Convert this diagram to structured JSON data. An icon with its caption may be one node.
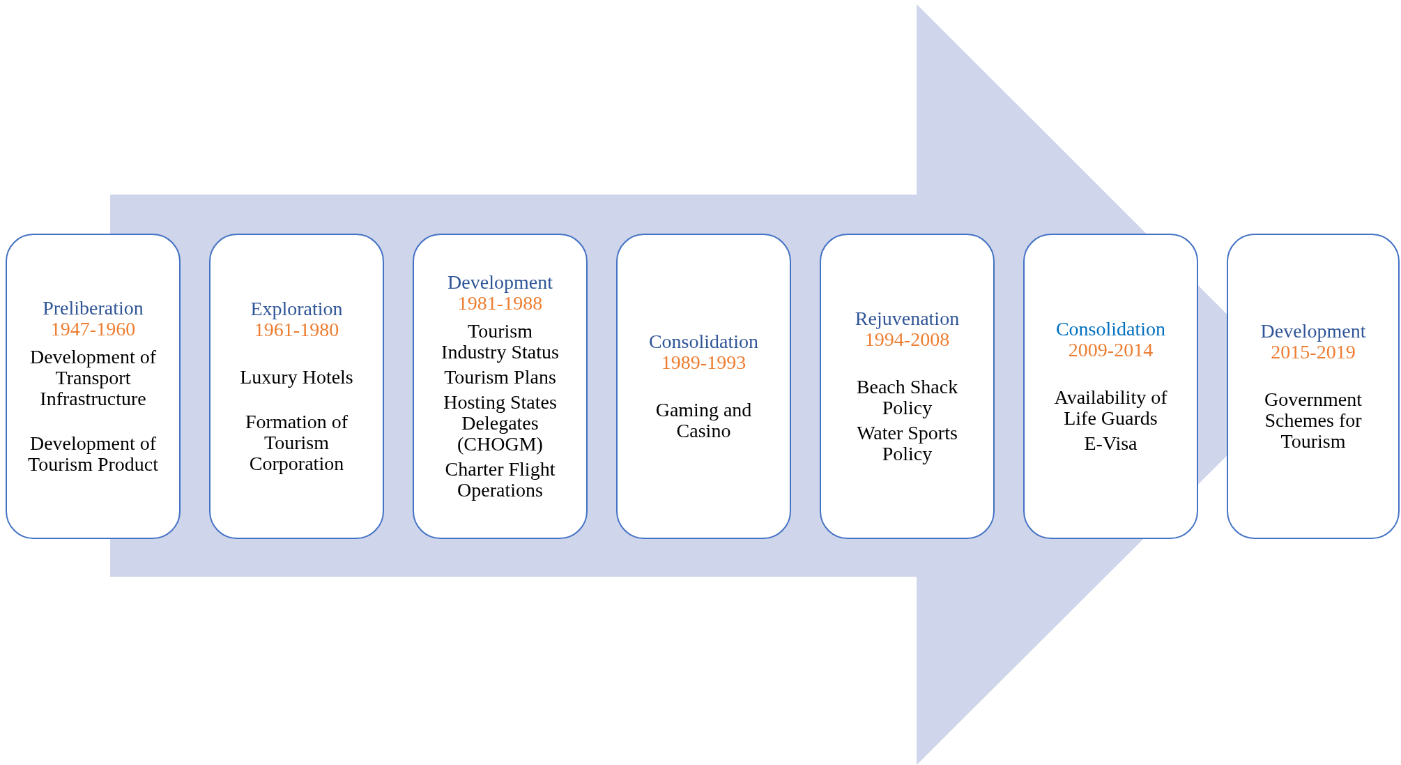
{
  "diagram": {
    "nodes": [
      {
        "text": [
          "Preliberation",
          "1947-1960",
          "Development of Transport Infrastructure",
          "Development of Tourism Product"
        ]
      },
      {
        "text": [
          "Exploration",
          "1961-1980",
          "Luxury Hotels",
          "Formation of Tourism Corporation"
        ]
      },
      {
        "text": [
          "Development",
          "1981-1988",
          "Tourism Industry Status",
          "Tourism Plans",
          "Hosting States Delegates (CHOGM)",
          "Charter Flight Operations"
        ]
      },
      {
        "text": [
          "Consolidation",
          "1989-1993",
          "Gaming and Casino"
        ]
      },
      {
        "text": [
          "Rejuvenation",
          "1994-2008",
          "Beach Shack Policy",
          "Water Sports Policy"
        ]
      },
      {
        "text": [
          "Consolidation",
          "2009-2014",
          "Availability of Life Guards",
          "E-Visa"
        ]
      },
      {
        "text": [
          "Development",
          "2015-2019",
          "Government Schemes for Tourism"
        ]
      }
    ],
    "edges": [
      {
        "from": 0,
        "to": 6,
        "arrow": "to"
      }
    ]
  }
}
